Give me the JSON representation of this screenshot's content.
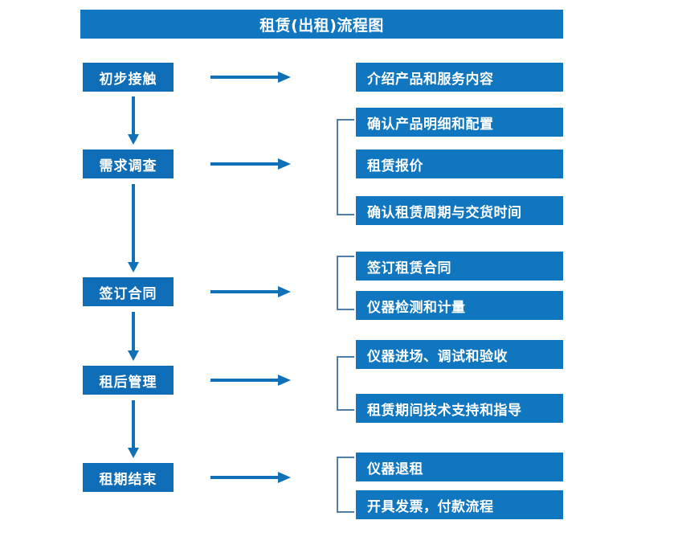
{
  "header": {
    "title": "租赁(出租)流程图"
  },
  "colors": {
    "title_bar": "#0f76bf",
    "stage_box": "#0f6cb6",
    "detail_box": "#0f76bf",
    "arrow": "#1071b8",
    "bracket": "#4f7fa8",
    "text": "#ffffff",
    "background": "#ffffff"
  },
  "stages": [
    {
      "label": "初步接触"
    },
    {
      "label": "需求调查"
    },
    {
      "label": "签订合同"
    },
    {
      "label": "租后管理"
    },
    {
      "label": "租期结束"
    }
  ],
  "details": [
    {
      "label": "介绍产品和服务内容"
    },
    {
      "label": "确认产品明细和配置"
    },
    {
      "label": "租赁报价"
    },
    {
      "label": "确认租赁周期与交货时间"
    },
    {
      "label": "签订租赁合同"
    },
    {
      "label": "仪器检测和计量"
    },
    {
      "label": "仪器进场、调试和验收"
    },
    {
      "label": "租赁期间技术支持和指导"
    },
    {
      "label": "仪器退租"
    },
    {
      "label": "开具发票，付款流程"
    }
  ],
  "chart_data": {
    "type": "diagram",
    "title": "租赁(出租)流程图",
    "orientation": "top-to-bottom",
    "nodes": [
      {
        "stage": "初步接触",
        "outputs": [
          "介绍产品和服务内容"
        ],
        "grouped": false
      },
      {
        "stage": "需求调查",
        "outputs": [
          "确认产品明细和配置",
          "租赁报价",
          "确认租赁周期与交货时间"
        ],
        "grouped": true
      },
      {
        "stage": "签订合同",
        "outputs": [
          "签订租赁合同",
          "仪器检测和计量"
        ],
        "grouped": true
      },
      {
        "stage": "租后管理",
        "outputs": [
          "仪器进场、调试和验收",
          "租赁期间技术支持和指导"
        ],
        "grouped": true
      },
      {
        "stage": "租期结束",
        "outputs": [
          "仪器退租",
          "开具发票，付款流程"
        ],
        "grouped": true
      }
    ],
    "edges": [
      {
        "from": "初步接触",
        "to": "需求调查",
        "direction": "down"
      },
      {
        "from": "需求调查",
        "to": "签订合同",
        "direction": "down"
      },
      {
        "from": "签订合同",
        "to": "租后管理",
        "direction": "down"
      },
      {
        "from": "租后管理",
        "to": "租期结束",
        "direction": "down"
      }
    ]
  }
}
